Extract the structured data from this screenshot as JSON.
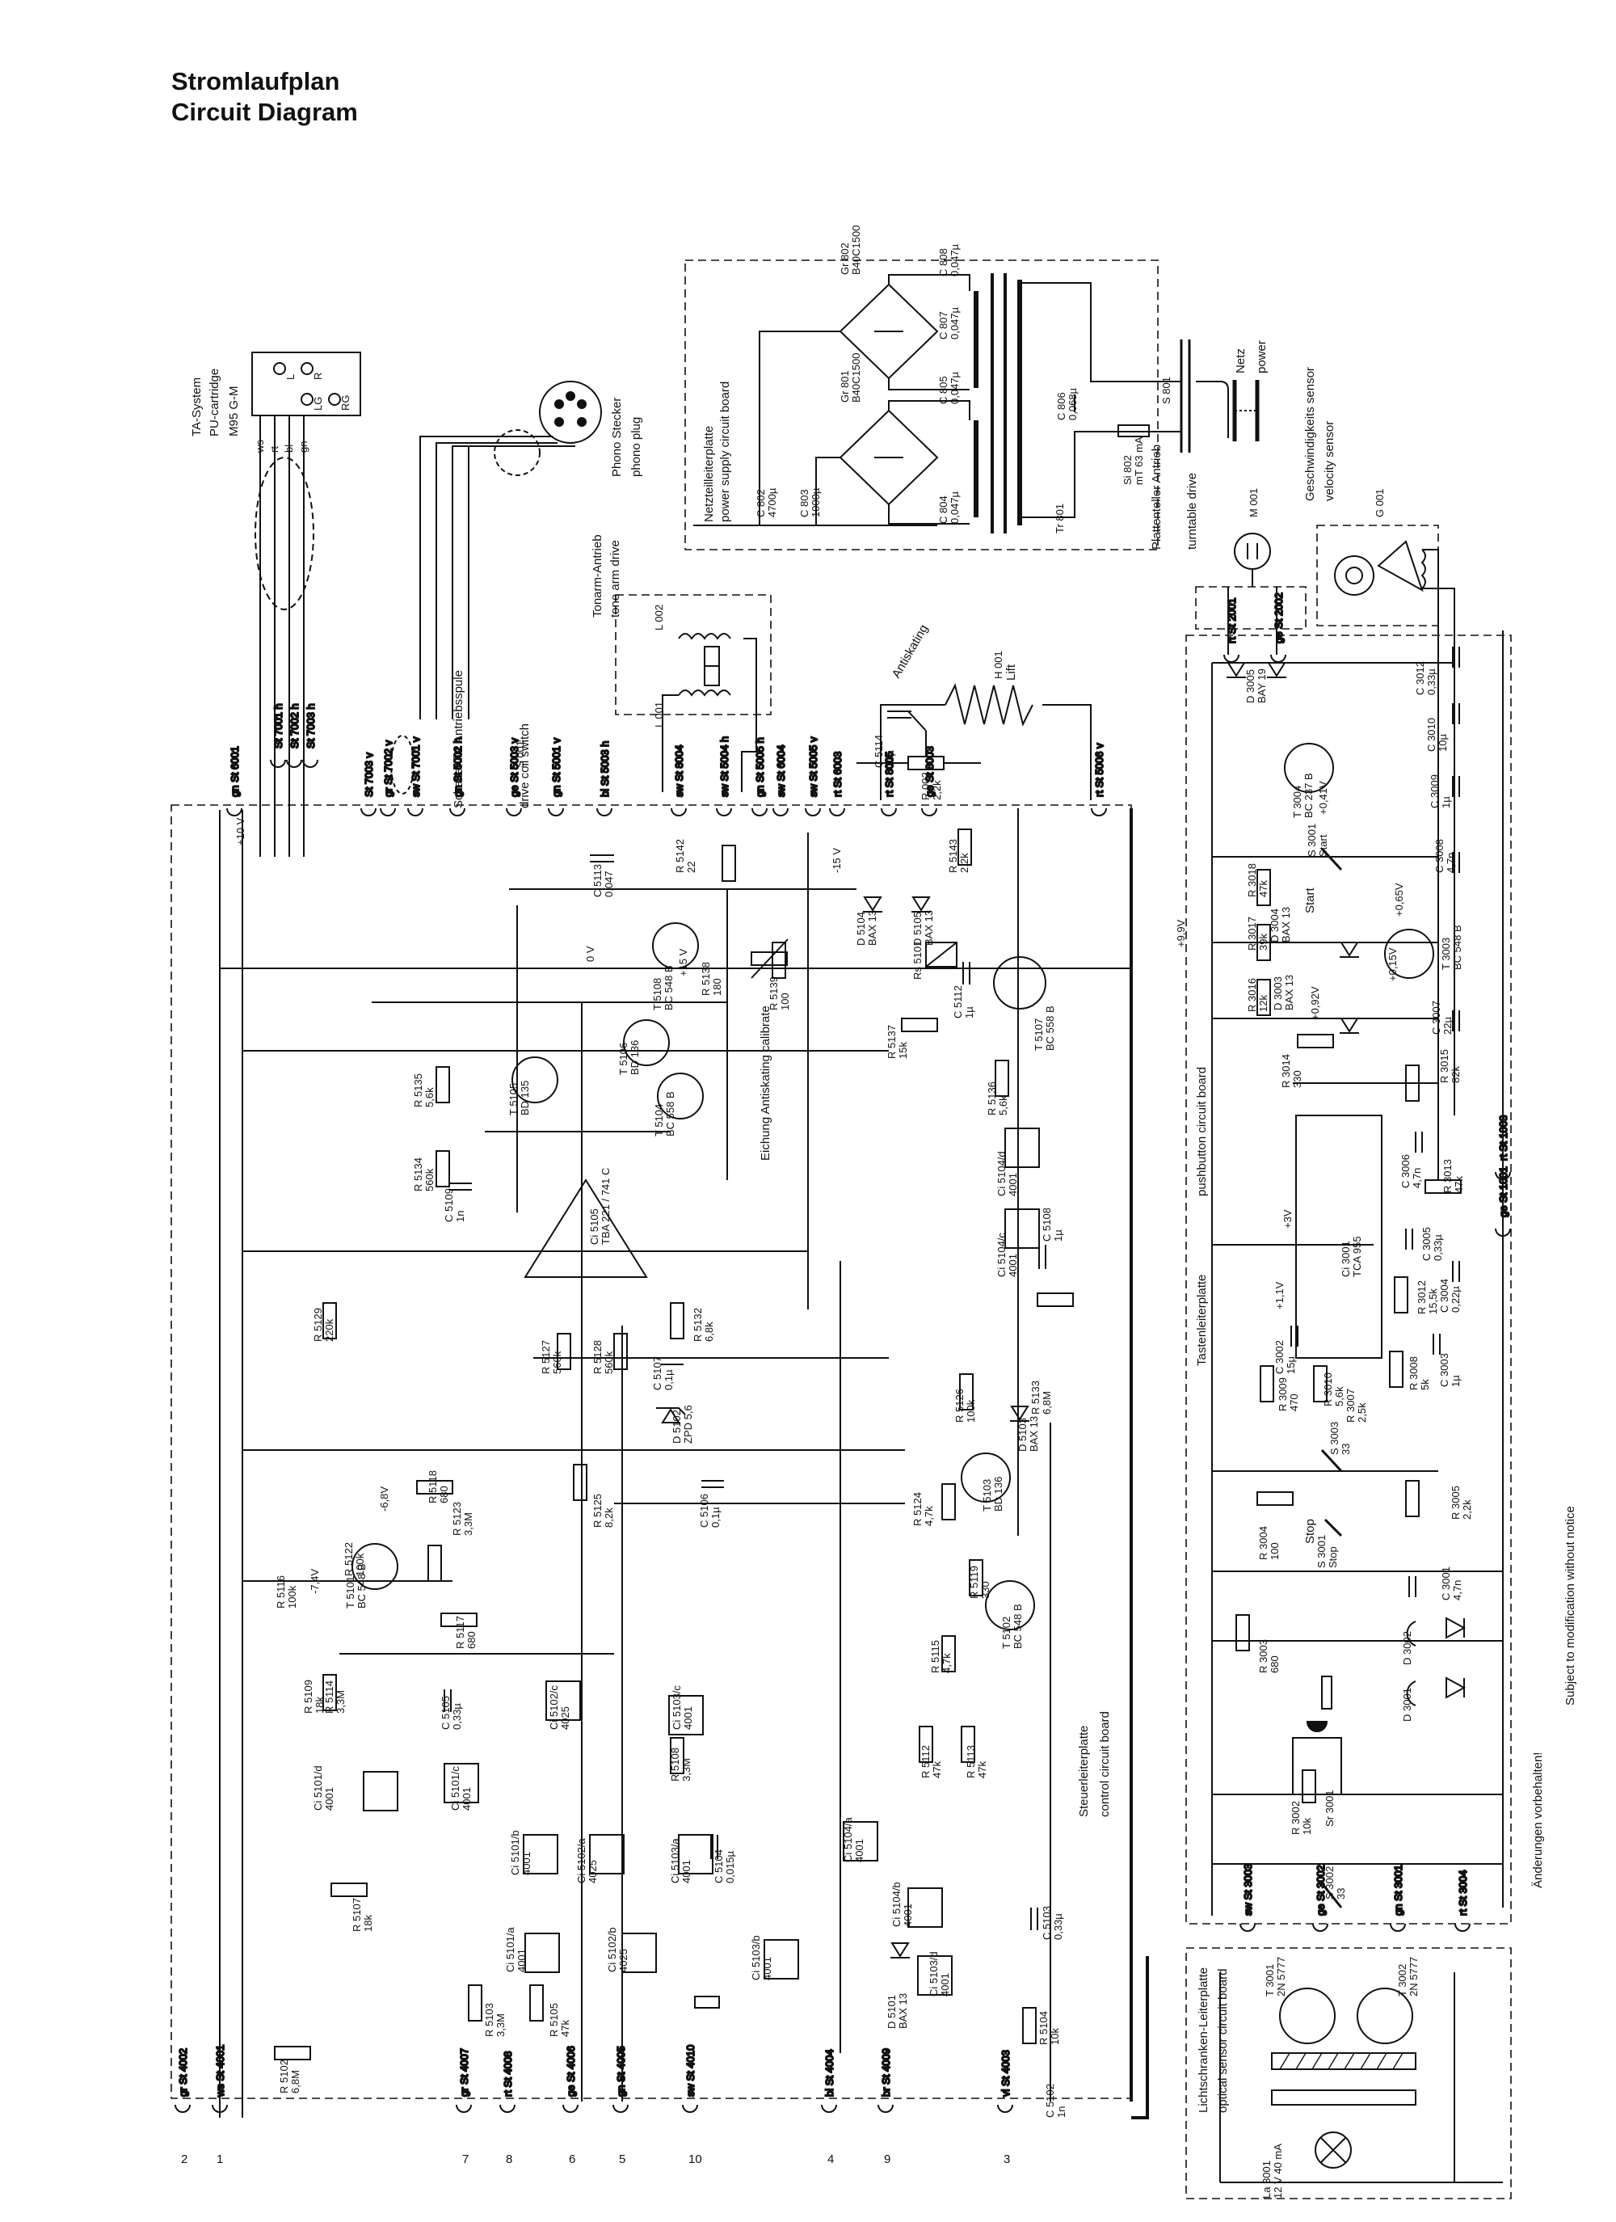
{
  "heading": {
    "line1": "Stromlaufplan",
    "line2": "Circuit Diagram"
  },
  "notes": {
    "subject_en": "Subject to modification without notice",
    "subject_de": "Änderungen vorbehalten!"
  },
  "boards": {
    "power": {
      "de": "Netzteilleiterplatte",
      "en": "power supply circuit board"
    },
    "control": {
      "de": "Steuerleiterplatte",
      "en": "control circuit board"
    },
    "pushbutton": {
      "de": "Tastenleiterplatte",
      "en": "pushbutton circuit board"
    },
    "optical": {
      "de": "Lichtschranken-Leiterplatte",
      "en": "optical sensor circuit board"
    }
  },
  "labels": {
    "ta_system": "TA-System",
    "pu_cartridge": "PU-cartridge",
    "cart_model": "M95  G-M",
    "phono_de": "Phono Stecker",
    "phono_en": "phono plug",
    "tonearm_de": "Tonarm-Antrieb",
    "tonearm_en": "tone arm drive",
    "switch_de": "Schalter für Antriebsspule",
    "switch_en": "drive coil switch",
    "turntable_de": "Plattenteller Antrieb",
    "turntable_en": "turntable drive",
    "velocity_de": "Geschwindigkeits sensor",
    "velocity_en": "velocity sensor",
    "netz": "Netz",
    "power": "power",
    "antiskating": "Antiskating",
    "lift": "Lift",
    "eichung": "Eichung Antiskating calibrate",
    "start": "Start",
    "stop": "Stop"
  },
  "components": [
    {
      "ref": "Gr 802",
      "value": "B40C1500"
    },
    {
      "ref": "Gr 801",
      "value": "B40C1500"
    },
    {
      "ref": "C 802",
      "value": "4700µ"
    },
    {
      "ref": "C 803",
      "value": "1000µ"
    },
    {
      "ref": "C 804",
      "value": "0,047µ"
    },
    {
      "ref": "C 805",
      "value": "0,047µ"
    },
    {
      "ref": "C 806",
      "value": "0,068µ"
    },
    {
      "ref": "C 807",
      "value": "0,047µ"
    },
    {
      "ref": "C 808",
      "value": "0,047µ"
    },
    {
      "ref": "Si 802",
      "value": "mT 63 mA"
    },
    {
      "ref": "Tr 801",
      "value": ""
    },
    {
      "ref": "S 801",
      "value": ""
    },
    {
      "ref": "M 001",
      "value": ""
    },
    {
      "ref": "G 001",
      "value": ""
    },
    {
      "ref": "L 001",
      "value": ""
    },
    {
      "ref": "L 002",
      "value": ""
    },
    {
      "ref": "H 001",
      "value": ""
    },
    {
      "ref": "S 001",
      "value": ""
    },
    {
      "ref": "C 5114",
      "value": "10µ"
    },
    {
      "ref": "R 002",
      "value": "2,2k"
    },
    {
      "ref": "R 5142",
      "value": "22"
    },
    {
      "ref": "C 5113",
      "value": "0,047"
    },
    {
      "ref": "D 5104",
      "value": "BAX 13"
    },
    {
      "ref": "D 5105",
      "value": "BAX 13"
    },
    {
      "ref": "R 5143",
      "value": "2,2k"
    },
    {
      "ref": "T 5108",
      "value": "BC 548 B"
    },
    {
      "ref": "R 5138",
      "value": "180"
    },
    {
      "ref": "R 5139",
      "value": "100"
    },
    {
      "ref": "T 5107",
      "value": "BC 558 B"
    },
    {
      "ref": "Rs 5101",
      "value": ""
    },
    {
      "ref": "C 5112",
      "value": "1µ"
    },
    {
      "ref": "T 5105",
      "value": "BD 135"
    },
    {
      "ref": "T 5106",
      "value": "BD 136"
    },
    {
      "ref": "T 5104",
      "value": "BC 558 B"
    },
    {
      "ref": "R 5137",
      "value": "15k"
    },
    {
      "ref": "R 5136",
      "value": "5,6k"
    },
    {
      "ref": "R 5135",
      "value": "5,6k"
    },
    {
      "ref": "R 5134",
      "value": "560k"
    },
    {
      "ref": "C 5109",
      "value": "1n"
    },
    {
      "ref": "Ci 5105",
      "value": "TBA 221 / 741 C"
    },
    {
      "ref": "Ci 5104/d",
      "value": "4001"
    },
    {
      "ref": "Ci 5104/c",
      "value": "4001"
    },
    {
      "ref": "C 5108",
      "value": "1µ"
    },
    {
      "ref": "R 5129",
      "value": "220k"
    },
    {
      "ref": "R 5132",
      "value": "6,8k"
    },
    {
      "ref": "R 5127",
      "value": "560k"
    },
    {
      "ref": "R 5128",
      "value": "560k"
    },
    {
      "ref": "C 5107",
      "value": "0,1µ"
    },
    {
      "ref": "D 5102",
      "value": "ZPD 5,6"
    },
    {
      "ref": "R 5133",
      "value": "6,8M"
    },
    {
      "ref": "R 5126",
      "value": "100k"
    },
    {
      "ref": "D 5103",
      "value": "BAX 13"
    },
    {
      "ref": "T 5103",
      "value": "BD 136"
    },
    {
      "ref": "R 5123",
      "value": "3,3M"
    },
    {
      "ref": "R 5125",
      "value": "8,2k"
    },
    {
      "ref": "C 5106",
      "value": "0,1µ"
    },
    {
      "ref": "R 5124",
      "value": "4,7k"
    },
    {
      "ref": "R 5122",
      "value": "100k"
    },
    {
      "ref": "R 5118",
      "value": "680"
    },
    {
      "ref": "R 5119",
      "value": "330"
    },
    {
      "ref": "R 5116",
      "value": "100k"
    },
    {
      "ref": "T 5101",
      "value": "BC 548 B"
    },
    {
      "ref": "R 5117",
      "value": "680"
    },
    {
      "ref": "R 5114",
      "value": "3,3M"
    },
    {
      "ref": "C 5105",
      "value": "0,33µ"
    },
    {
      "ref": "R 5115",
      "value": "4,7k"
    },
    {
      "ref": "T 5102",
      "value": "BC 548 B"
    },
    {
      "ref": "R 5109",
      "value": "18k"
    },
    {
      "ref": "Ci 5102/c",
      "value": "4025"
    },
    {
      "ref": "Ci 5103/c",
      "value": "4001"
    },
    {
      "ref": "R 5108",
      "value": "3,3M"
    },
    {
      "ref": "R 5112",
      "value": "47k"
    },
    {
      "ref": "R 5113",
      "value": "47k"
    },
    {
      "ref": "Ci 5101/d",
      "value": "4001"
    },
    {
      "ref": "Ci 5101/c",
      "value": "4001"
    },
    {
      "ref": "Ci 5101/b",
      "value": "4001"
    },
    {
      "ref": "Ci 5102/a",
      "value": "4025"
    },
    {
      "ref": "Ci 5103/a",
      "value": "4001"
    },
    {
      "ref": "C 5104",
      "value": "0,015µ"
    },
    {
      "ref": "Ci 5104/a",
      "value": "4001"
    },
    {
      "ref": "R 5107",
      "value": "18k"
    },
    {
      "ref": "C 5103",
      "value": "0,33µ"
    },
    {
      "ref": "Ci 5101/a",
      "value": "4001"
    },
    {
      "ref": "Ci 5102/b",
      "value": "4025"
    },
    {
      "ref": "Ci 5103/b",
      "value": "4001"
    },
    {
      "ref": "Ci 5104/b",
      "value": "4001"
    },
    {
      "ref": "Ci 5103/d",
      "value": "4001"
    },
    {
      "ref": "D 5101",
      "value": "BAX 13"
    },
    {
      "ref": "R 5102",
      "value": "6,8M"
    },
    {
      "ref": "R 5103",
      "value": "3,3M"
    },
    {
      "ref": "R 5105",
      "value": "47k"
    },
    {
      "ref": "R 5104",
      "value": "10k"
    },
    {
      "ref": "C 5102",
      "value": "1n"
    },
    {
      "ref": "C 3012",
      "value": "0,33µ"
    },
    {
      "ref": "D 3005",
      "value": "BAY 19"
    },
    {
      "ref": "C 3010",
      "value": "10µ"
    },
    {
      "ref": "C 3009",
      "value": "1µ"
    },
    {
      "ref": "T 3004",
      "value": "BC 237 B"
    },
    {
      "ref": "R 3018",
      "value": "47k"
    },
    {
      "ref": "S 3001",
      "value": "Start"
    },
    {
      "ref": "C 3008",
      "value": "4,7n"
    },
    {
      "ref": "R 3017",
      "value": "39k"
    },
    {
      "ref": "D 3004",
      "value": "BAX 13"
    },
    {
      "ref": "T 3003",
      "value": "BC 548 B"
    },
    {
      "ref": "R 3016",
      "value": "12k"
    },
    {
      "ref": "D 3003",
      "value": "BAX 13"
    },
    {
      "ref": "R 3014",
      "value": "330"
    },
    {
      "ref": "R 3015",
      "value": "82k"
    },
    {
      "ref": "C 3007",
      "value": "22µ"
    },
    {
      "ref": "C 3006",
      "value": "4,7n"
    },
    {
      "ref": "R 3013",
      "value": "47k"
    },
    {
      "ref": "Ci 3001",
      "value": "TCA 955"
    },
    {
      "ref": "C 3005",
      "value": "0,33µ"
    },
    {
      "ref": "R 3012",
      "value": "15,5k"
    },
    {
      "ref": "C 3004",
      "value": "0,22µ"
    },
    {
      "ref": "C 3002",
      "value": "15µ"
    },
    {
      "ref": "R 3009",
      "value": "470"
    },
    {
      "ref": "R 3010",
      "value": "5,6k"
    },
    {
      "ref": "R 3007",
      "value": "2,5k"
    },
    {
      "ref": "R 3008",
      "value": "5k"
    },
    {
      "ref": "C 3003",
      "value": "1µ"
    },
    {
      "ref": "S 3003",
      "value": "33"
    },
    {
      "ref": "R 3005",
      "value": "2,2k"
    },
    {
      "ref": "R 3004",
      "value": "100"
    },
    {
      "ref": "S 3001",
      "value": "Stop"
    },
    {
      "ref": "C 3001",
      "value": "4,7n"
    },
    {
      "ref": "R 3003",
      "value": "680"
    },
    {
      "ref": "D 3002",
      "value": ""
    },
    {
      "ref": "D 3001",
      "value": ""
    },
    {
      "ref": "R 3002",
      "value": "10k"
    },
    {
      "ref": "Sr 3001",
      "value": ""
    },
    {
      "ref": "S 3002",
      "value": "33"
    },
    {
      "ref": "T 3001",
      "value": "2N 5777"
    },
    {
      "ref": "T 3002",
      "value": "2N 5777"
    },
    {
      "ref": "La 3001",
      "value": "12 V 40 mA"
    }
  ],
  "connectors": [
    {
      "ref": "St 6001",
      "wire": "gn"
    },
    {
      "ref": "St 7003 v",
      "wire": ""
    },
    {
      "ref": "St 7001 h",
      "wire": ""
    },
    {
      "ref": "St 7002 h",
      "wire": ""
    },
    {
      "ref": "St 7003 h",
      "wire": ""
    },
    {
      "ref": "St 7001 v",
      "wire": "sw"
    },
    {
      "ref": "St 7002 v",
      "wire": "gr"
    },
    {
      "ref": "St 5002 h",
      "wire": "gn"
    },
    {
      "ref": "St 5003 v",
      "wire": "ge"
    },
    {
      "ref": "St 5001 v",
      "wire": "gn"
    },
    {
      "ref": "St 5003 h",
      "wire": "bl"
    },
    {
      "ref": "St 8004",
      "wire": "sw"
    },
    {
      "ref": "St 5004 h",
      "wire": "sw"
    },
    {
      "ref": "St 5005 h",
      "wire": "gn"
    },
    {
      "ref": "St 6004",
      "wire": "sw"
    },
    {
      "ref": "St 5005 v",
      "wire": "sw"
    },
    {
      "ref": "St 6003",
      "wire": "rt"
    },
    {
      "ref": "St 8005",
      "wire": "rt"
    },
    {
      "ref": "St 8003",
      "wire": "ge"
    },
    {
      "ref": "St 5006 v",
      "wire": "rt"
    },
    {
      "ref": "St 2001",
      "wire": "rt"
    },
    {
      "ref": "St 2002",
      "wire": "ge"
    },
    {
      "ref": "St 1003",
      "wire": "rt"
    },
    {
      "ref": "St 1001",
      "wire": "ge"
    },
    {
      "ref": "St 4002",
      "wire": "gr"
    },
    {
      "ref": "St 4001",
      "wire": "ws"
    },
    {
      "ref": "St 4007",
      "wire": "gr"
    },
    {
      "ref": "St 4008",
      "wire": "rt"
    },
    {
      "ref": "St 4006",
      "wire": "ge"
    },
    {
      "ref": "St 4005",
      "wire": "gn"
    },
    {
      "ref": "St 4010",
      "wire": "sw"
    },
    {
      "ref": "St 4004",
      "wire": "bl"
    },
    {
      "ref": "St 4009",
      "wire": "br"
    },
    {
      "ref": "St 4003",
      "wire": "vi"
    },
    {
      "ref": "St 3003",
      "wire": "sw"
    },
    {
      "ref": "St 3002",
      "wire": "ge"
    },
    {
      "ref": "St 3001",
      "wire": "gn"
    },
    {
      "ref": "St 3004",
      "wire": "rt"
    }
  ],
  "cartridge_pins": [
    "L",
    "R",
    "LG",
    "RG"
  ],
  "cartridge_wires": [
    "ws",
    "rt",
    "bl",
    "gn"
  ],
  "voltages": [
    "+10 V",
    "-15 V",
    "0 V",
    "+15 V",
    "-6,8V",
    "-7,4V",
    "+0,41V",
    "+9,9V",
    "+0,65V",
    "+0,15V",
    "+0,92V",
    "+3V",
    "+1,1V"
  ],
  "terminal_numbers": [
    "2",
    "1",
    "7",
    "8",
    "6",
    "5",
    "10",
    "4",
    "9",
    "3"
  ]
}
